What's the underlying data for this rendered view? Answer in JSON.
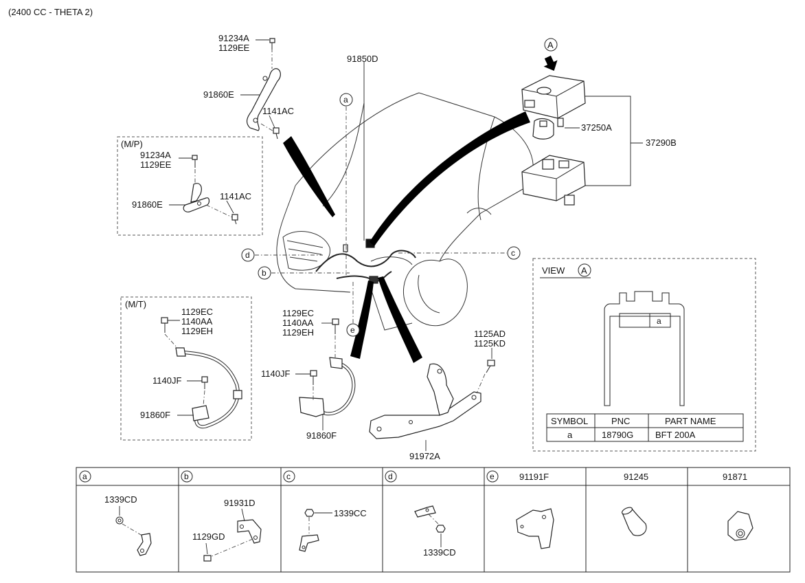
{
  "header": {
    "engine_label": "(2400 CC - THETA 2)"
  },
  "labels": {
    "harness_main": "91850D",
    "bolt_top_a": "91234A",
    "bolt_top_b": "1129EE",
    "bracket_e_top": "91860E",
    "nut_1141_top": "1141AC",
    "mp_title": "(M/P)",
    "mp_bolt_a": "91234A",
    "mp_bolt_b": "1129EE",
    "mp_bracket": "91860E",
    "mp_nut": "1141AC",
    "mt_title": "(M/T)",
    "mt_bolt_a": "1129EC",
    "mt_bolt_b": "1140AA",
    "mt_bolt_c": "1129EH",
    "mt_bolt_jf": "1140JF",
    "mt_cable": "91860F",
    "mid_bolt_a": "1129EC",
    "mid_bolt_b": "1140AA",
    "mid_bolt_c": "1129EH",
    "mid_bolt_jf": "1140JF",
    "mid_cable": "91860F",
    "bolt_ad": "1125AD",
    "bolt_kd": "1125KD",
    "tray": "91972A",
    "fuse_cover": "37250A",
    "fuse_box": "37290B",
    "view_ref": "A"
  },
  "callouts": [
    "a",
    "b",
    "c",
    "d",
    "e"
  ],
  "view_a": {
    "title": "VIEW",
    "ref": "A",
    "slot_label": "a",
    "table": {
      "headers": [
        "SYMBOL",
        "PNC",
        "PART NAME"
      ],
      "rows": [
        [
          "a",
          "18790G",
          "BFT 200A"
        ]
      ]
    }
  },
  "bottom_panels": [
    {
      "letter": "a",
      "pnc": "",
      "parts": [
        "1339CD"
      ]
    },
    {
      "letter": "b",
      "pnc": "",
      "parts": [
        "91931D",
        "1129GD"
      ]
    },
    {
      "letter": "c",
      "pnc": "",
      "parts": [
        "1339CC"
      ]
    },
    {
      "letter": "d",
      "pnc": "",
      "parts": [
        "1339CD"
      ]
    },
    {
      "letter": "e",
      "pnc": "91191F",
      "parts": []
    },
    {
      "letter": "",
      "pnc": "91245",
      "parts": []
    },
    {
      "letter": "",
      "pnc": "91871",
      "parts": []
    }
  ]
}
